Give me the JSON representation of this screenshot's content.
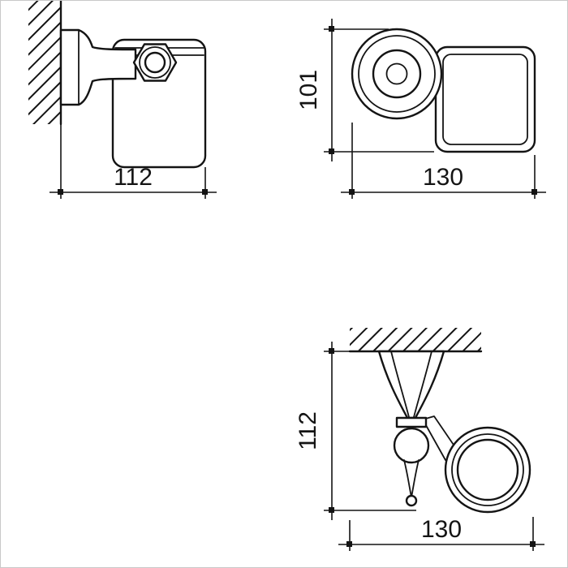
{
  "page": {
    "background": "#ffffff",
    "line_color": "#141414"
  },
  "views": {
    "side": {
      "width_dim": "112"
    },
    "top": {
      "depth_dim": "101",
      "width_dim": "130"
    },
    "front": {
      "height_dim": "112",
      "width_dim": "130"
    }
  }
}
